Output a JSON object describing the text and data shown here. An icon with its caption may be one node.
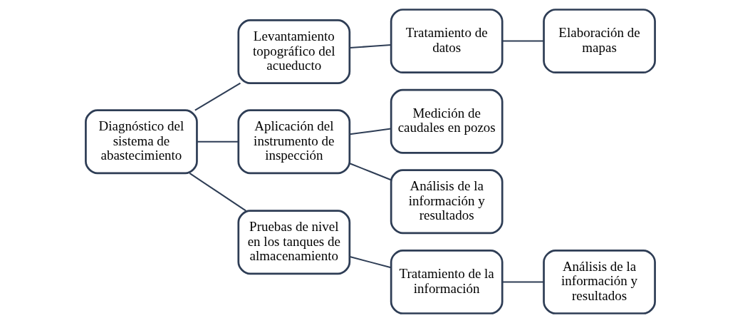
{
  "diagram": {
    "nodes": [
      {
        "text": [
          "Diagnóstico del sistema de abastecimiento"
        ]
      },
      {
        "text": [
          "Levantamiento topográfico del acueducto"
        ]
      },
      {
        "text": [
          "Tratamiento de datos"
        ]
      },
      {
        "text": [
          "Elaboración de mapas"
        ]
      },
      {
        "text": [
          "Aplicación del instrumento de inspección"
        ]
      },
      {
        "text": [
          "Medición de caudales en pozos"
        ]
      },
      {
        "text": [
          "Análisis de la información y resultados"
        ]
      },
      {
        "text": [
          "Pruebas de nivel en los tanques de almacenamiento"
        ]
      },
      {
        "text": [
          "Tratamiento de la información"
        ]
      },
      {
        "text": [
          "Análisis de la información y resultados"
        ]
      }
    ],
    "edges": [
      {
        "from": 0,
        "to": 1,
        "arrow": "none"
      },
      {
        "from": 0,
        "to": 4,
        "arrow": "none"
      },
      {
        "from": 0,
        "to": 7,
        "arrow": "none"
      },
      {
        "from": 1,
        "to": 2,
        "arrow": "none"
      },
      {
        "from": 2,
        "to": 3,
        "arrow": "none"
      },
      {
        "from": 4,
        "to": 5,
        "arrow": "none"
      },
      {
        "from": 4,
        "to": 6,
        "arrow": "none"
      },
      {
        "from": 7,
        "to": 8,
        "arrow": "none"
      },
      {
        "from": 8,
        "to": 9,
        "arrow": "none"
      }
    ]
  }
}
